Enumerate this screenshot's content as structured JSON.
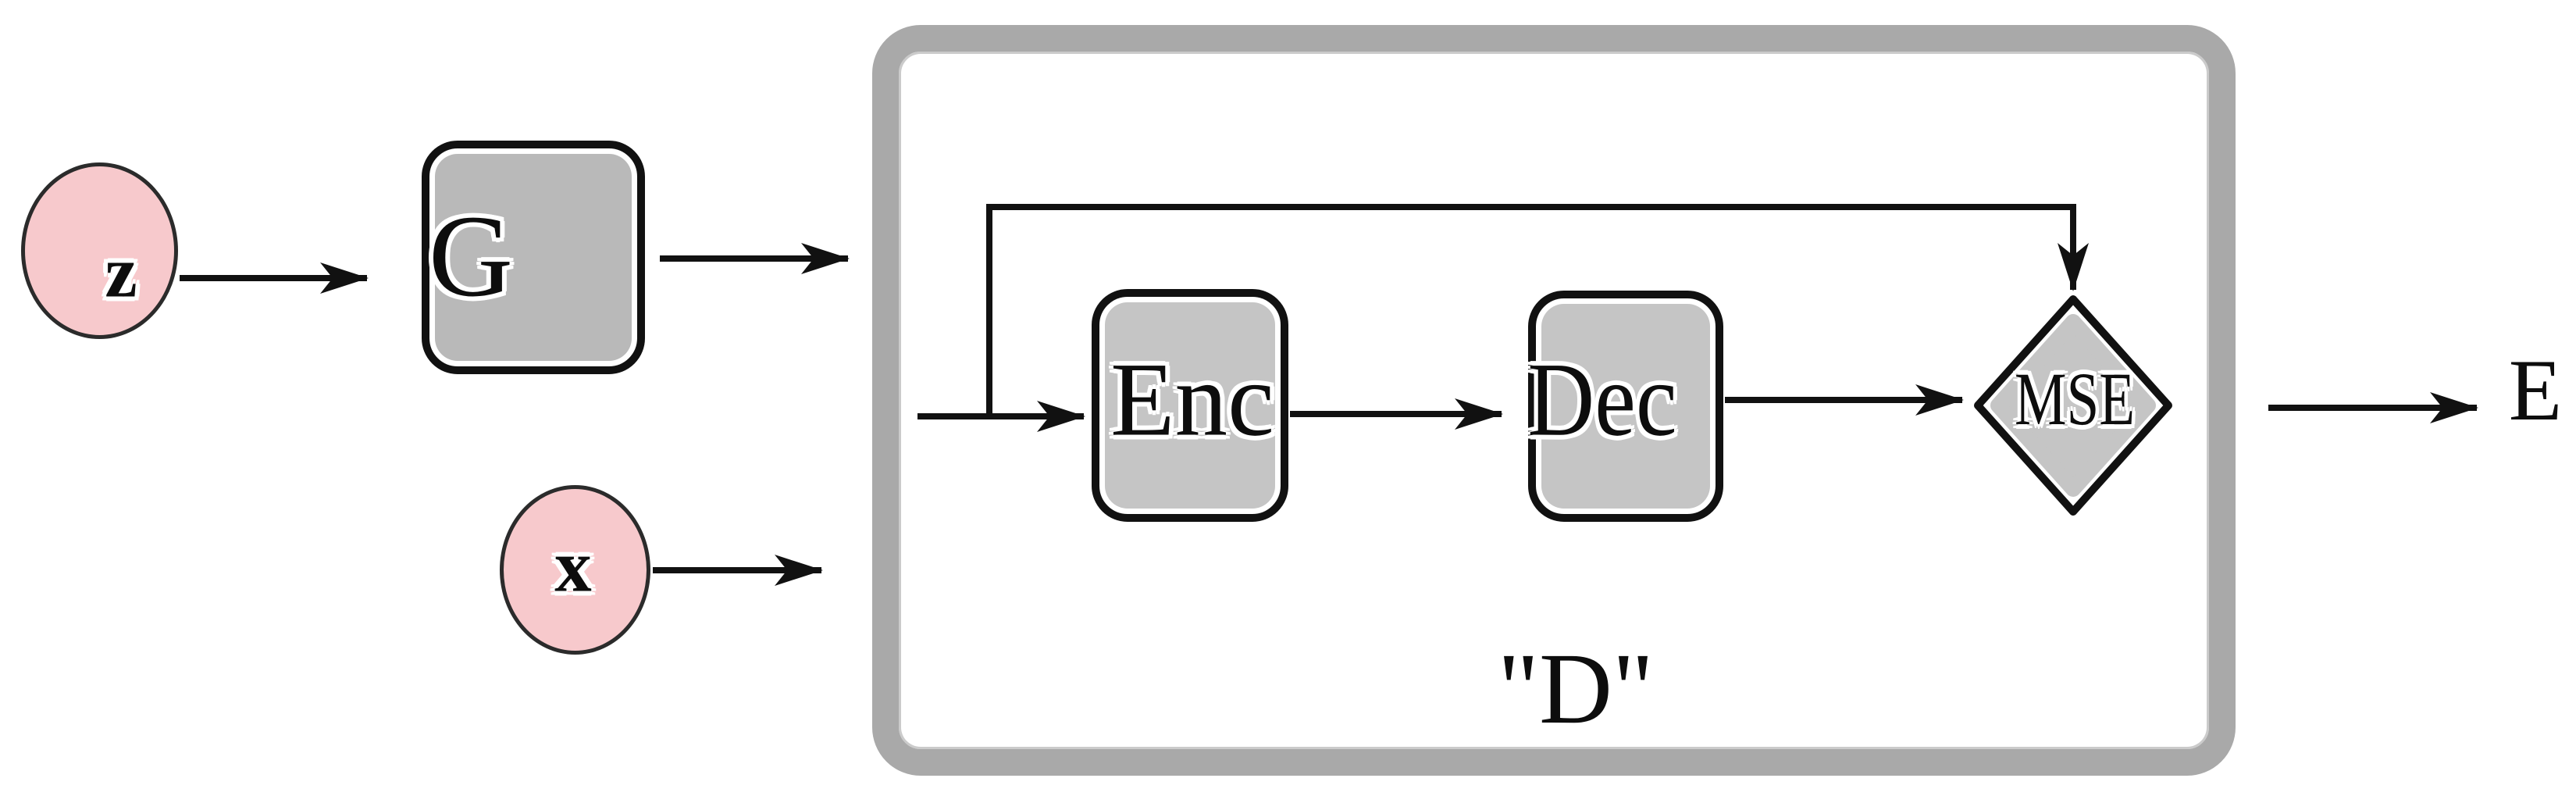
{
  "diagram": {
    "inputs": [
      {
        "id": "z",
        "label": "z"
      },
      {
        "id": "x",
        "label": "x"
      }
    ],
    "generator": {
      "label": "G"
    },
    "discriminator": {
      "label": "\"D\"",
      "children": [
        {
          "id": "enc",
          "label": "Enc"
        },
        {
          "id": "dec",
          "label": "Dec"
        },
        {
          "id": "mse",
          "label": "MSE"
        }
      ]
    },
    "output": {
      "label": "E"
    }
  },
  "colors": {
    "node-pink": "#f7c9cc",
    "circle-border": "#2b2b2b",
    "block-fill": "#c5c5c5",
    "g-fill": "#b9b9b9",
    "block-border": "#111111",
    "container-border": "#a9a9a9",
    "line": "#111111",
    "halo": "#ffffff",
    "text": "#0d0d0d",
    "background": "#ffffff"
  }
}
